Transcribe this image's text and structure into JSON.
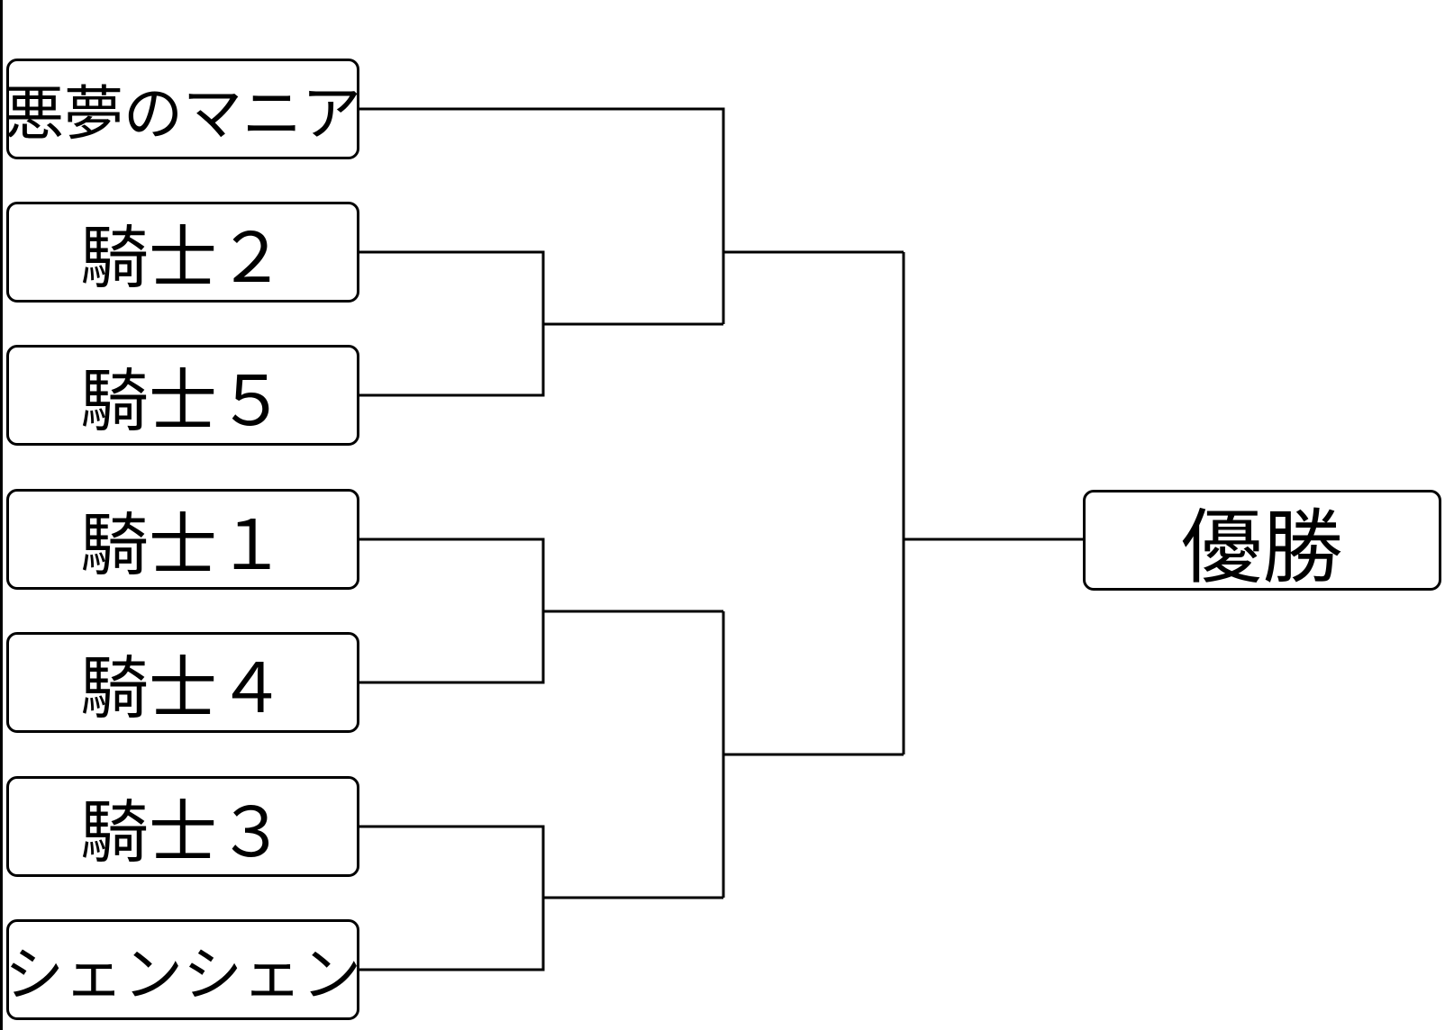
{
  "bracket": {
    "entrants": [
      "悪夢のマニア",
      "騎士２",
      "騎士５",
      "騎士１",
      "騎士４",
      "騎士３",
      "シェンシェン"
    ],
    "final_label": "優勝"
  },
  "colors": {
    "line": "#000000",
    "box_border": "#000000",
    "background": "#ffffff"
  }
}
